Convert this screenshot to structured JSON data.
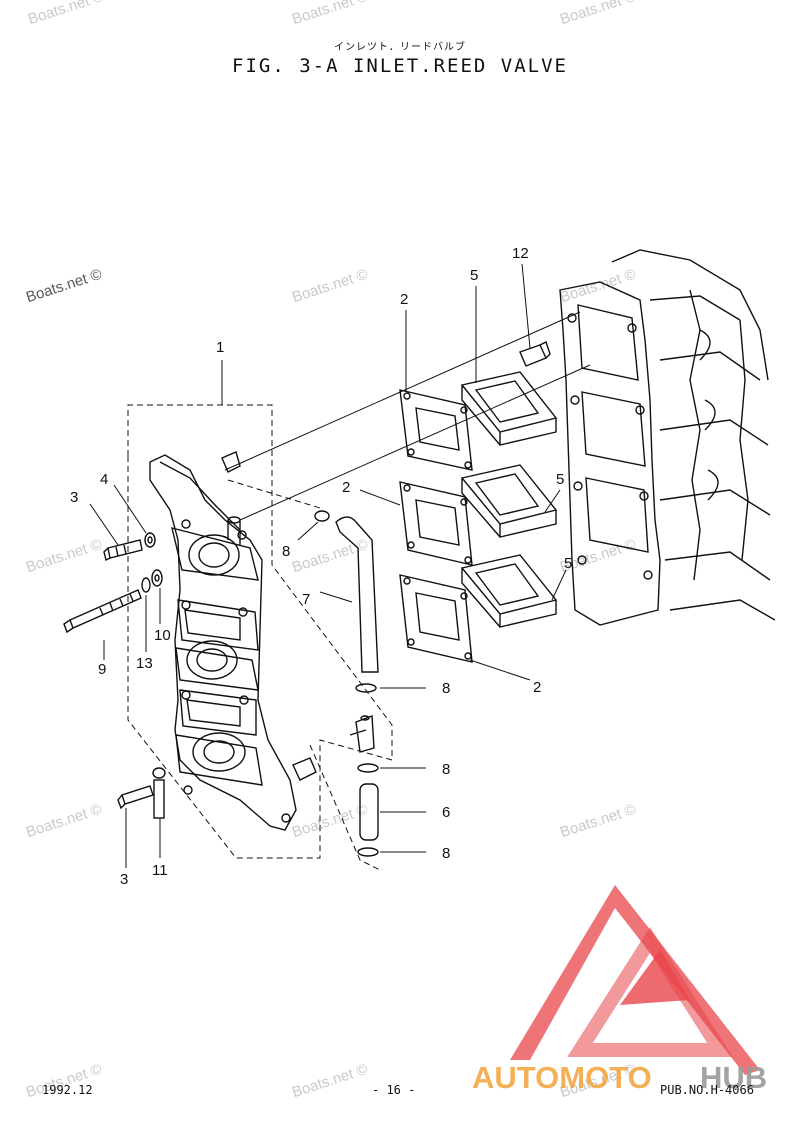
{
  "header": {
    "jp_title": "インレツト．リードバルブ",
    "fig_title": "FIG.  3-A INLET.REED VALVE"
  },
  "callouts": [
    "1",
    "2",
    "2",
    "2",
    "3",
    "3",
    "4",
    "5",
    "5",
    "5",
    "6",
    "7",
    "8",
    "8",
    "8",
    "8",
    "9",
    "10",
    "11",
    "12",
    "13"
  ],
  "watermark": "Boats.net ©",
  "footer": {
    "date": "1992.12",
    "page": "- 16 -",
    "pub": "PUB.NO.H-4066"
  },
  "brand": {
    "part1": "AUTOMOTO",
    "part2": "HUB",
    "colors": {
      "red": "#e8454b",
      "orange": "#f2a33a",
      "gray": "#9a9a9a"
    }
  }
}
